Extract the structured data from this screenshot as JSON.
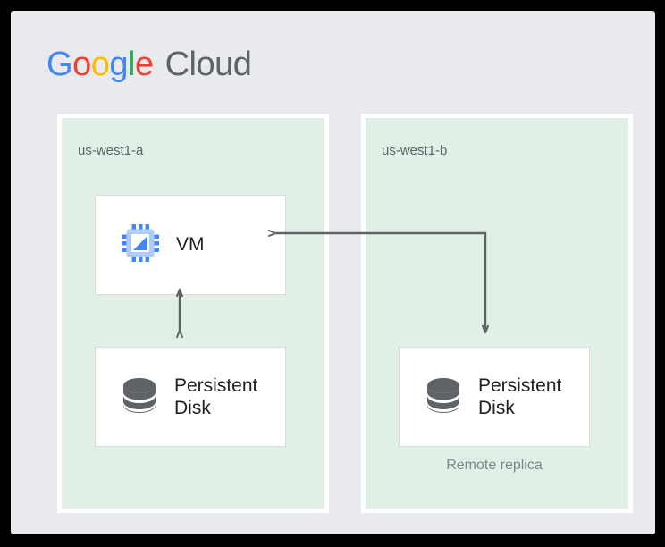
{
  "brand": {
    "google_letters": [
      {
        "char": "G",
        "color": "#4285F4"
      },
      {
        "char": "o",
        "color": "#EA4335"
      },
      {
        "char": "o",
        "color": "#FBBC05"
      },
      {
        "char": "g",
        "color": "#4285F4"
      },
      {
        "char": "l",
        "color": "#34A853"
      },
      {
        "char": "e",
        "color": "#EA4335"
      }
    ],
    "cloud_word": "Cloud",
    "cloud_color": "#5F6368"
  },
  "zones": [
    {
      "id": "zone-a",
      "label": "us-west1-a"
    },
    {
      "id": "zone-b",
      "label": "us-west1-b"
    }
  ],
  "cards": {
    "vm": {
      "label": "VM",
      "icon": "cpu-chip-icon"
    },
    "disk_a": {
      "label": "Persistent Disk",
      "icon": "database-disk-icon"
    },
    "disk_b": {
      "label": "Persistent Disk",
      "icon": "database-disk-icon"
    }
  },
  "captions": {
    "remote_replica": "Remote replica"
  },
  "connectors": [
    {
      "name": "vm-to-disk-bidirectional",
      "style": "double-headed vertical arrow",
      "from": "vm",
      "to": "disk_a"
    },
    {
      "name": "replication-path",
      "style": "elbow polyline with arrowheads at both ends",
      "from": "vm",
      "to": "disk_b"
    }
  ],
  "colors": {
    "canvas_background": "#E8EAED",
    "zone_background": "#E1F0E6",
    "zone_border": "#FFFFFF",
    "card_background": "#FFFFFF",
    "card_border": "#DADCE0",
    "arrow": "#5F6368",
    "chip_body": "#AECBFA",
    "chip_pins": "#4285F4",
    "disk": "#5F6368",
    "label_text": "#202124",
    "muted_text": "#5F6368"
  }
}
